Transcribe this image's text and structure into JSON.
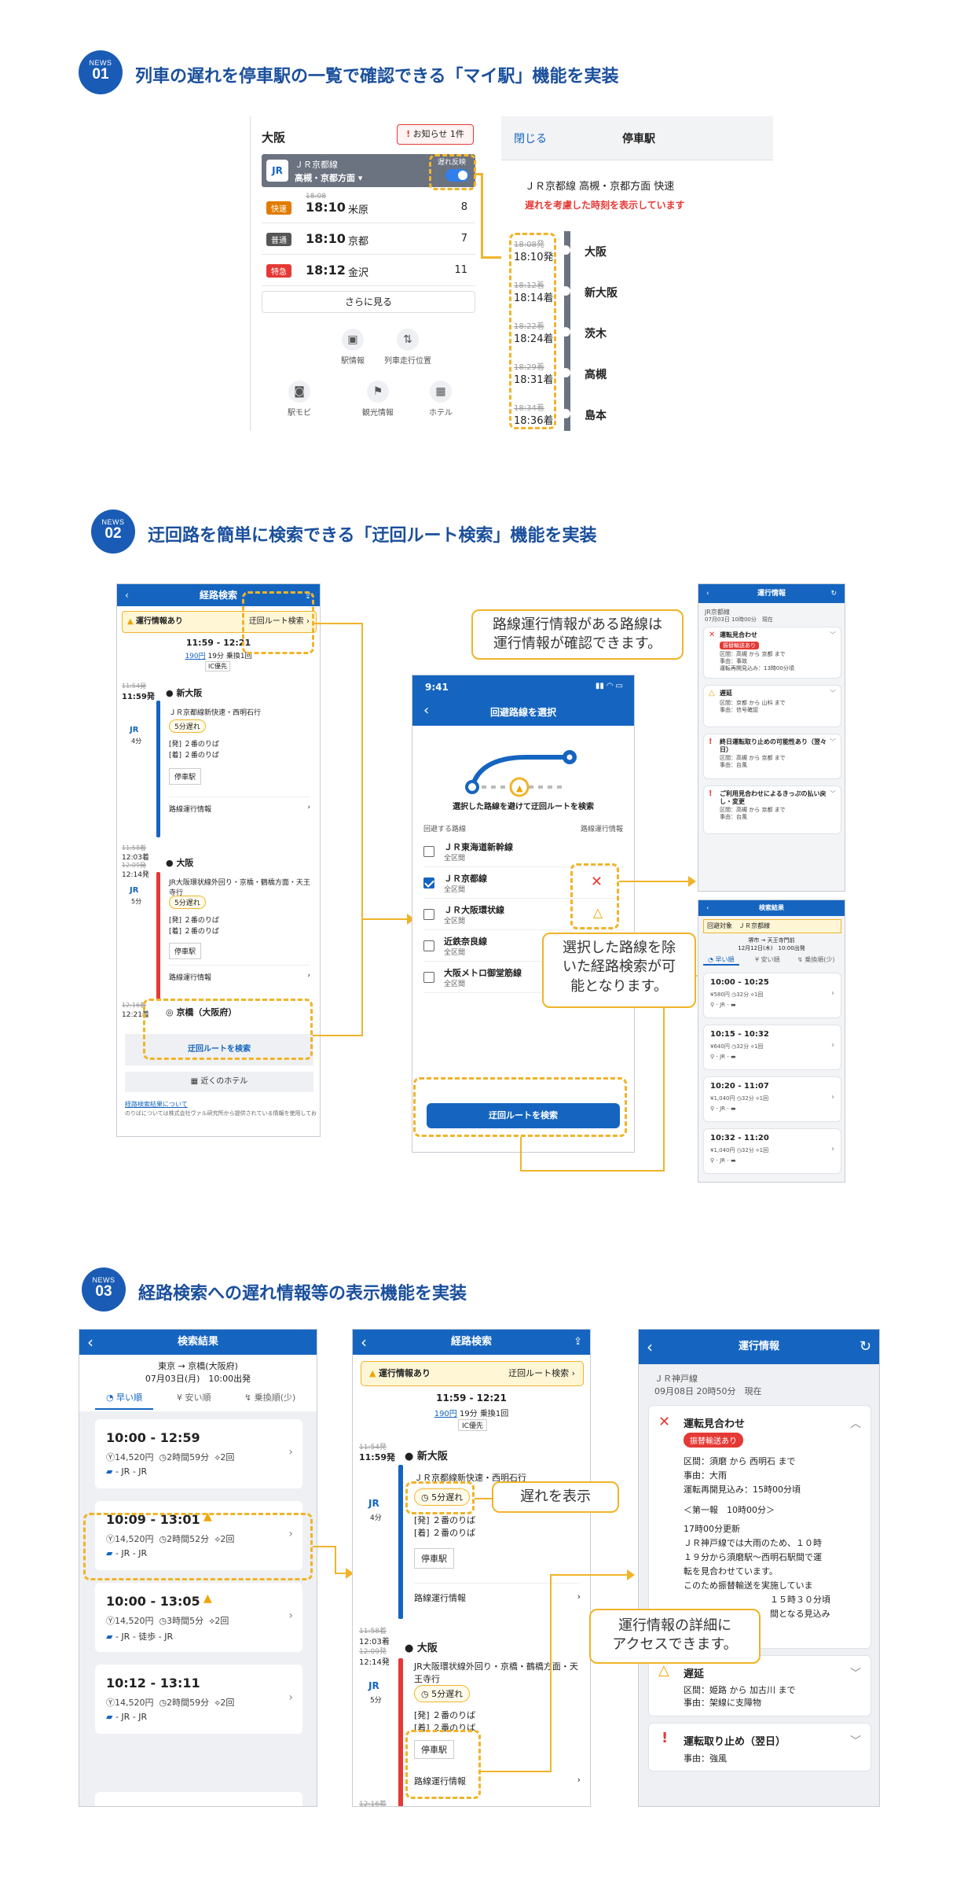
{
  "news_label": "NEWS",
  "sections": [
    {
      "num": "01",
      "title": "列車の遅れを停車駅の一覧で確認できる「マイ駅」機能を実装"
    },
    {
      "num": "02",
      "title": "迂回路を簡単に検索できる「迂回ルート検索」機能を実装"
    },
    {
      "num": "03",
      "title": "経路検索への遅れ情報等の表示機能を実装"
    }
  ],
  "s1": {
    "station": "大阪",
    "notice_icon": "!",
    "notice": "お知らせ 1件",
    "jr_logo": "JR",
    "line_name": "ＪＲ京都線",
    "line_dir": "高槻・京都方面",
    "delay_toggle_label": "遅れ反映",
    "trains": [
      {
        "type": "快速",
        "color": "#e07b00",
        "sched": "18:08",
        "time": "18:10",
        "dest": "米原",
        "track": "8"
      },
      {
        "type": "普通",
        "color": "#555555",
        "sched": "",
        "time": "18:10",
        "dest": "京都",
        "track": "7"
      },
      {
        "type": "特急",
        "color": "#e53935",
        "sched": "",
        "time": "18:12",
        "dest": "金沢",
        "track": "11"
      }
    ],
    "more_label": "さらに見る",
    "menu": [
      {
        "label": "駅情報",
        "icon": "train-icon"
      },
      {
        "label": "列車走行位置",
        "icon": "train-position-icon"
      },
      {
        "label": "駅モビ",
        "icon": "robot-icon"
      },
      {
        "label": "観光情報",
        "icon": "flag-icon"
      },
      {
        "label": "ホテル",
        "icon": "hotel-icon"
      }
    ],
    "stops_header": {
      "close": "閉じる",
      "title": "停車駅"
    },
    "stops_line": "ＪＲ京都線 高槻・京都方面 快速",
    "stops_note": "遅れを考慮した時刻を表示しています",
    "stops": [
      {
        "sched": "18:08発",
        "time": "18:10発",
        "name": "大阪"
      },
      {
        "sched": "18:12着",
        "time": "18:14着",
        "name": "新大阪"
      },
      {
        "sched": "18:22着",
        "time": "18:24着",
        "name": "茨木"
      },
      {
        "sched": "18:29着",
        "time": "18:31着",
        "name": "高槻"
      },
      {
        "sched": "18:34着",
        "time": "18:36着",
        "name": "島本"
      }
    ]
  },
  "route": {
    "title": "経路検索",
    "info_label": "運行情報あり",
    "detour_label": "迂回ルート検索",
    "time_range": "11:59 - 12:21",
    "fare": "190円",
    "duration": "19分",
    "transfers": "乗換1回",
    "ic": "IC優先",
    "seg1": {
      "sched": "11:54発",
      "time": "11:59発",
      "station": "新大阪",
      "line": "ＪＲ京都線新快速・西明石行",
      "minutes": "4分",
      "delay": "5分遅れ",
      "dep": "[発] ２番のりば",
      "arr": "[着] ２番のりば",
      "stops_btn": "停車駅",
      "info_btn": "路線運行情報"
    },
    "mid": {
      "sched_arr": "11:58着",
      "time_arr": "12:03着",
      "sched_dep": "12:09発",
      "time_dep": "12:14発",
      "station": "大阪"
    },
    "seg2": {
      "line": "JR大阪環状線外回り・京橋・鶴橋方面・天王寺行",
      "minutes": "5分",
      "delay": "5分遅れ",
      "dep": "[発] ２番のりば",
      "arr": "[着] ２番のりば",
      "stops_btn": "停車駅",
      "info_btn": "路線運行情報"
    },
    "end": {
      "sched": "12:16着",
      "time": "12:21着",
      "station": "京橋（大阪府）"
    },
    "detour_btn": "迂回ルートを検索",
    "hotel": "近くのホテル",
    "about": "経路検索結果について",
    "disclaimer": "のりばについては株式会社ヴァル研究所から提供されている情報を使用してお"
  },
  "detour": {
    "status_time": "9:41",
    "title": "回避路線を選択",
    "hint": "選択した路線を避けて迂回ルートを検索",
    "col1": "回避する路線",
    "col2": "路線運行情報",
    "lines": [
      {
        "name": "ＪＲ東海道新幹線",
        "range": "全区間",
        "checked": false
      },
      {
        "name": "ＪＲ京都線",
        "range": "全区間",
        "checked": true
      },
      {
        "name": "ＪＲ大阪環状線",
        "range": "全区間",
        "checked": false
      },
      {
        "name": "近鉄奈良線",
        "range": "全区間",
        "checked": false
      },
      {
        "name": "大阪メトロ御堂筋線",
        "range": "全区間",
        "checked": false
      }
    ],
    "search_btn": "迂回ルートを検索"
  },
  "bubbles": {
    "b1": "路線運行情報がある路線は\n運行情報が確認できます。",
    "b2": "選択した路線を除\nいた経路検索が可\n能となります。",
    "b3": "遅れを表示",
    "b4": "運行情報の詳細に\nアクセスできます。"
  },
  "opinfo_small": {
    "title": "運行情報",
    "line": "JR京都線",
    "time": "07月03日 10時00分　現在",
    "cards": [
      {
        "title": "運転見合わせ",
        "tag": "振替輸送あり",
        "l1": "区間：高槻 から 京都 まで",
        "l2": "事由：事故",
        "l3": "運転再開見込み：13時00分頃"
      },
      {
        "title": "遅延",
        "l1": "区間：京都 から 山科 まで",
        "l2": "事由：信号確認"
      },
      {
        "title": "終日運転取り止めの可能性あり（翌々日）",
        "l1": "区間：高槻 から 京都 まで",
        "l2": "事由：台風"
      },
      {
        "title": "ご利用見合わせによるきっぷの払い戻し・変更",
        "l1": "区間：高槻 から 京都 まで",
        "l2": "事由：台風"
      }
    ]
  },
  "results_small": {
    "title": "検索結果",
    "avoid": "回避対象　ＪＲ京都線",
    "from_to": "堺市 → 天王寺門前",
    "date": "12月12日(木)　10:00出発",
    "tabs": [
      "早い順",
      "安い順",
      "乗換順(少)"
    ],
    "items": [
      {
        "time": "10:00 - 10:25",
        "fare": "580円",
        "dur": "32分",
        "tr": "1回"
      },
      {
        "time": "10:15 - 10:32",
        "fare": "640円",
        "dur": "32分",
        "tr": "1回"
      },
      {
        "time": "10:20 - 11:07",
        "fare": "1,040円",
        "dur": "32分",
        "tr": "1回"
      },
      {
        "time": "10:32 - 11:20",
        "fare": "1,040円",
        "dur": "32分",
        "tr": "1回"
      }
    ]
  },
  "results": {
    "title": "検索結果",
    "from_to": "東京 → 京橋(大阪府)",
    "date": "07月03日(月)　10:00出発",
    "tabs": [
      "早い順",
      "安い順",
      "乗換順(少)"
    ],
    "items": [
      {
        "time": "10:00 - 12:59",
        "fare": "14,520円",
        "dur": "2時間59分",
        "tr": "2回",
        "warn": false,
        "mode": "- JR - JR"
      },
      {
        "time": "10:09 - 13:01",
        "fare": "14,520円",
        "dur": "2時間52分",
        "tr": "2回",
        "warn": true,
        "mode": "- JR - JR"
      },
      {
        "time": "10:00 - 13:05",
        "fare": "14,520円",
        "dur": "3時間5分",
        "tr": "2回",
        "warn": true,
        "mode": "- JR - 徒歩 - JR"
      },
      {
        "time": "10:12 - 13:11",
        "fare": "14,520円",
        "dur": "2時間59分",
        "tr": "2回",
        "warn": false,
        "mode": "- JR - JR"
      }
    ]
  },
  "opinfo": {
    "title": "運行情報",
    "line": "ＪＲ神戸線",
    "time": "09月08日 20時50分　現在",
    "c1": {
      "title": "運転見合わせ",
      "tag": "振替輸送あり",
      "section": "区間：須磨 から 西明石 まで",
      "reason": "事由：大雨",
      "resume": "運転再開見込み：15時00分頃",
      "first": "＜第一報　10時00分＞",
      "update": "17時00分更新",
      "body1": "ＪＲ神戸線では大雨のため、１０時",
      "body2": "１９分から須磨駅〜西明石駅間で運",
      "body3": "転を見合わせています。",
      "body4": "このため振替輸送を実施していま",
      "body5": "１５時３０分頃",
      "body6": "間となる見込み"
    },
    "c2": {
      "title": "遅延",
      "section": "区間：姫路 から 加古川 まで",
      "reason": "事由：架線に支障物"
    },
    "c3": {
      "title": "運転取り止め（翌日）",
      "reason": "事由：強風"
    }
  }
}
